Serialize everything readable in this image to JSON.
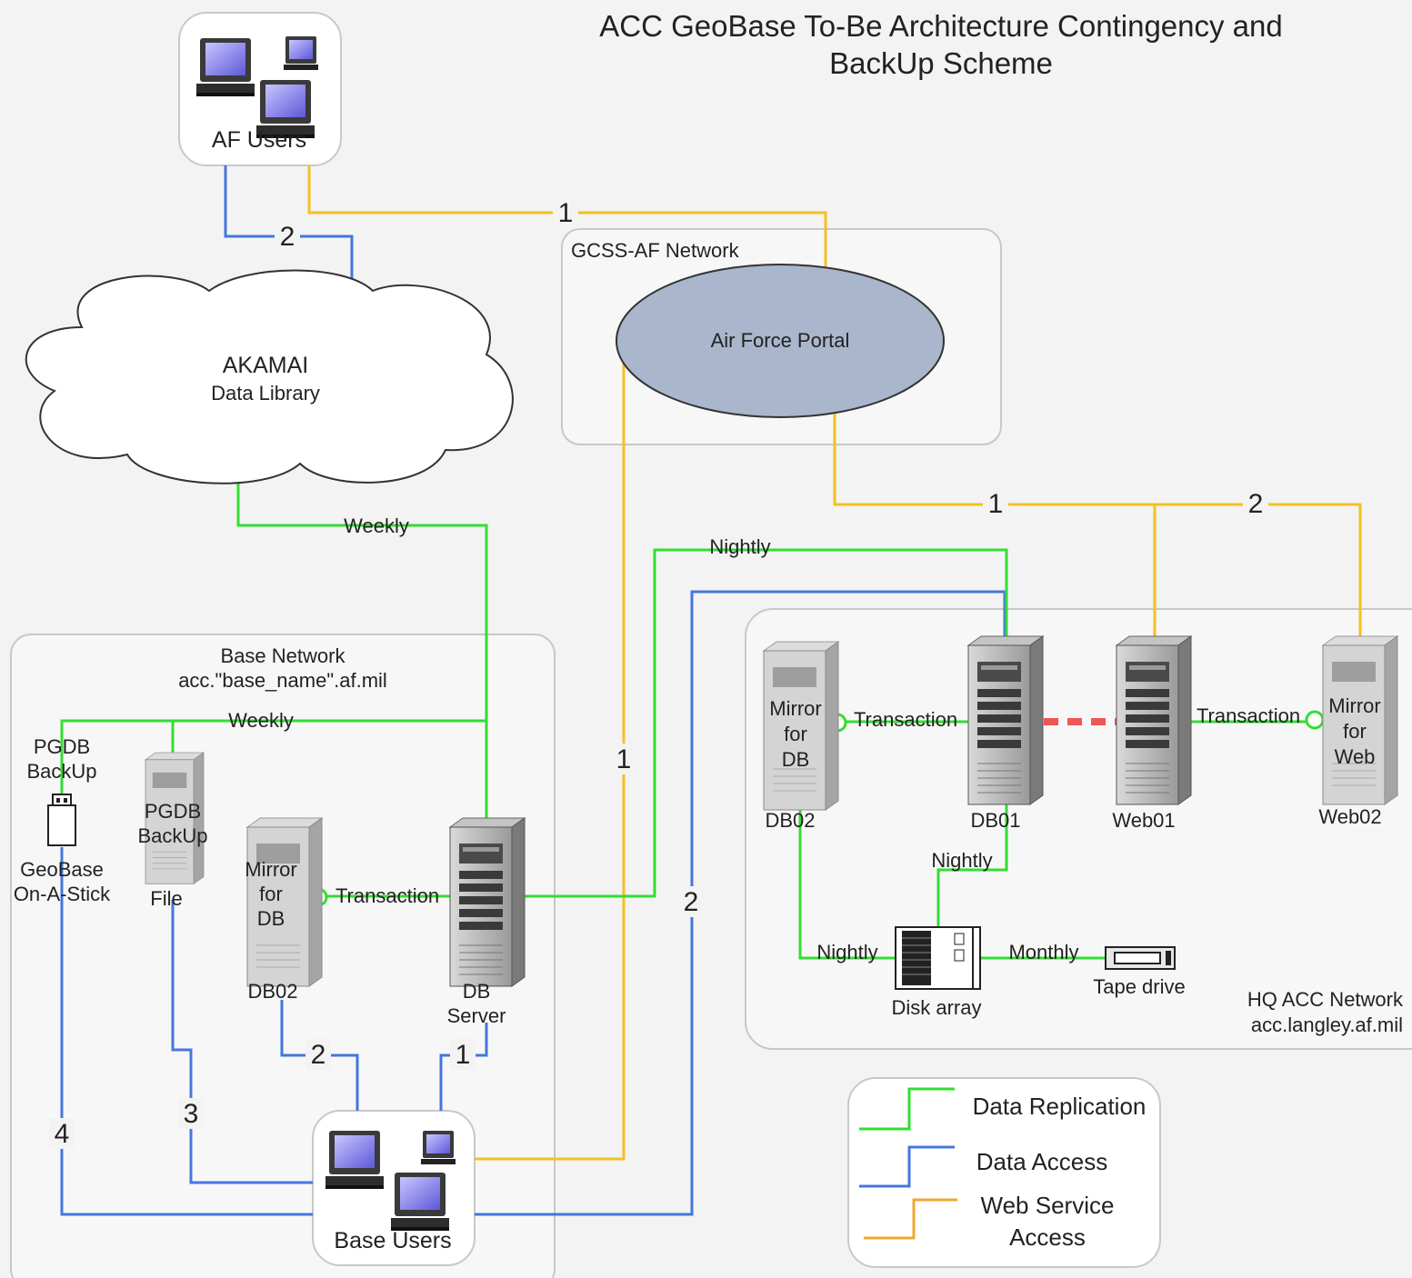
{
  "title": {
    "line1": "ACC GeoBase To-Be Architecture Contingency and",
    "line2": "BackUp Scheme"
  },
  "af_users": {
    "label": "AF Users"
  },
  "gcss": {
    "label": "GCSS-AF Network",
    "portal": "Air Force Portal"
  },
  "akamai": {
    "title": "AKAMAI",
    "subtitle": "Data Library"
  },
  "base_network": {
    "line1": "Base Network",
    "line2": "acc.\"base_name\".af.mil"
  },
  "hq_network": {
    "line1": "HQ ACC Network",
    "line2": "acc.langley.af.mil"
  },
  "base": {
    "pgdb_backup_stick_line1": "PGDB",
    "pgdb_backup_stick_line2": "BackUp",
    "stick_line1": "GeoBase",
    "stick_line2": "On-A-Stick",
    "pgdb_file_line1": "PGDB",
    "pgdb_file_line2": "BackUp",
    "pgdb_file_line3": "File",
    "mirror_line1": "Mirror",
    "mirror_line2": "for",
    "mirror_line3": "DB",
    "db02": "DB02",
    "db_server_line1": "DB",
    "db_server_line2": "Server",
    "users": "Base Users"
  },
  "hq": {
    "mirror_db_line1": "Mirror",
    "mirror_db_line2": "for",
    "mirror_db_line3": "DB",
    "db02": "DB02",
    "db01": "DB01",
    "web01": "Web01",
    "web02": "Web02",
    "mirror_web_line1": "Mirror",
    "mirror_web_line2": "for",
    "mirror_web_line3": "Web",
    "disk_array": "Disk array",
    "tape_drive": "Tape drive"
  },
  "edges": {
    "weekly": "Weekly",
    "nightly": "Nightly",
    "transaction": "Transaction",
    "monthly": "Monthly",
    "n1": "1",
    "n2": "2",
    "n3": "3",
    "n4": "4"
  },
  "legend": {
    "replication": "Data Replication",
    "access": "Data Access",
    "web_line1": "Web Service",
    "web_line2": "Access"
  },
  "colors": {
    "replication": "#33dd33",
    "access": "#4477dd",
    "web": "#f5c020",
    "portal": "#a9b6cc",
    "failover": "#ee5555"
  }
}
